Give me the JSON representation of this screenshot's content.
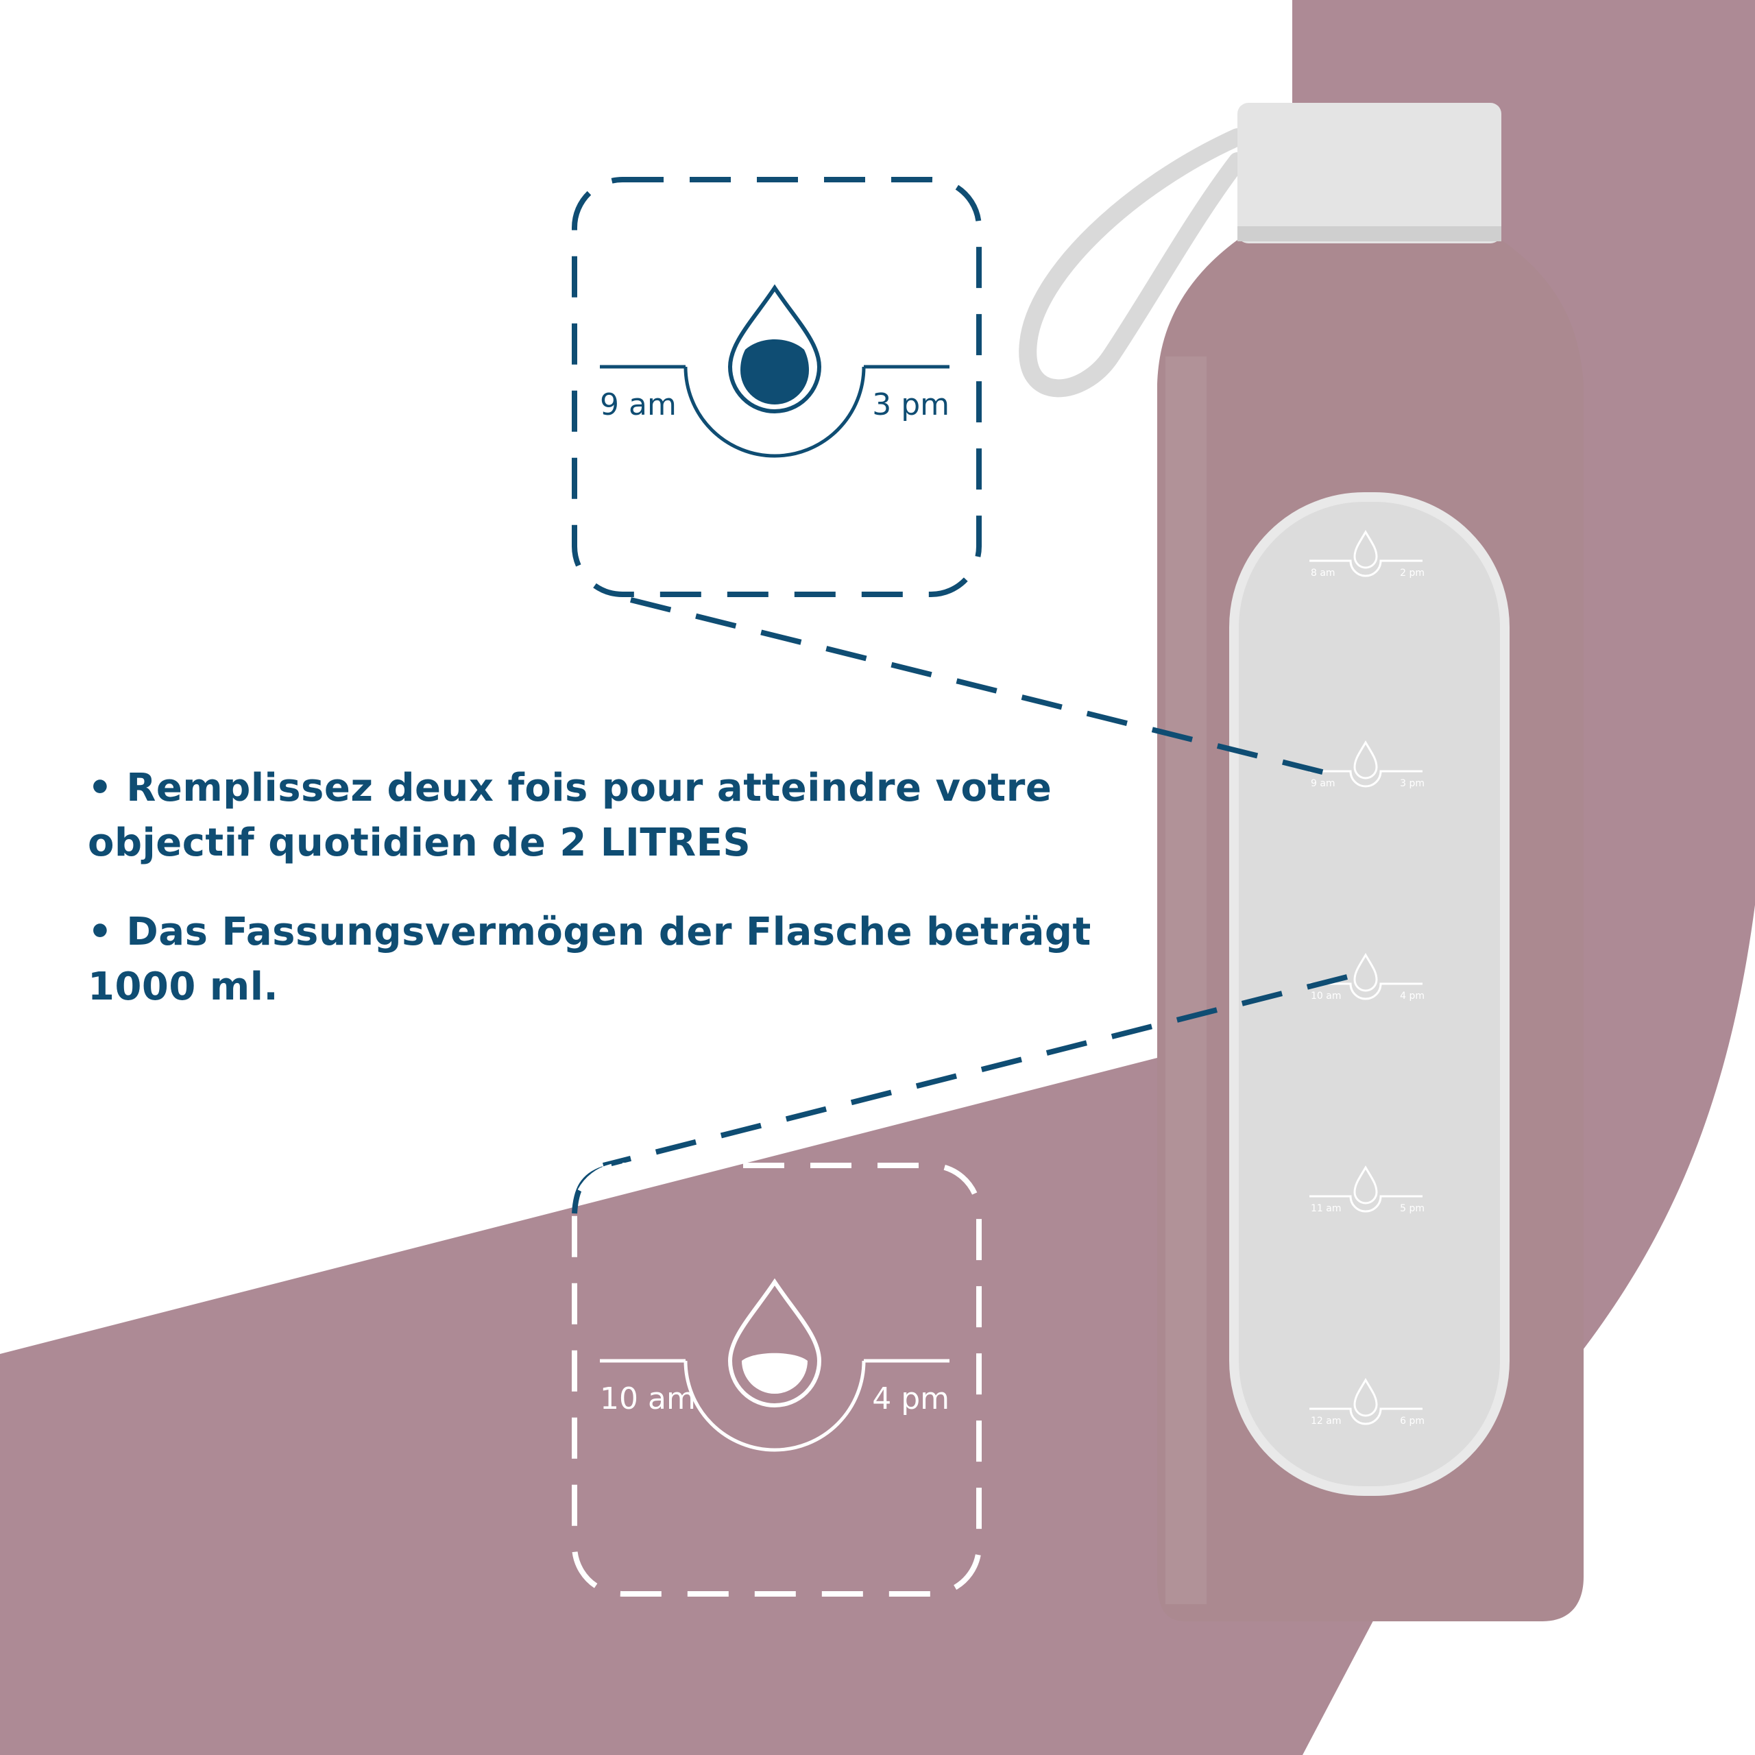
{
  "colors": {
    "mauve_band": "#ad8a95",
    "bottle_body": "#ab8990",
    "cap": "#e4e4e4",
    "window": "#dcdcdc",
    "navy_text": "#0f4d73",
    "white": "#ffffff"
  },
  "bullets": [
    "• Remplissez deux fois pour  atteindre votre objectif quotidien de 2 LITRES",
    "• Das Fassungsvermögen der Flasche beträgt 1000 ml."
  ],
  "callout_top": {
    "left_time": "9 am",
    "right_time": "3 pm",
    "icon": "water-drop-icon"
  },
  "callout_bottom": {
    "left_time": "10 am",
    "right_time": "4 pm",
    "icon": "water-drop-icon"
  },
  "bottle_markers": [
    {
      "left": "8 am",
      "right": "2 pm"
    },
    {
      "left": "9 am",
      "right": "3 pm"
    },
    {
      "left": "10 am",
      "right": "4 pm"
    },
    {
      "left": "11 am",
      "right": "5 pm"
    },
    {
      "left": "12 am",
      "right": "6 pm"
    }
  ]
}
